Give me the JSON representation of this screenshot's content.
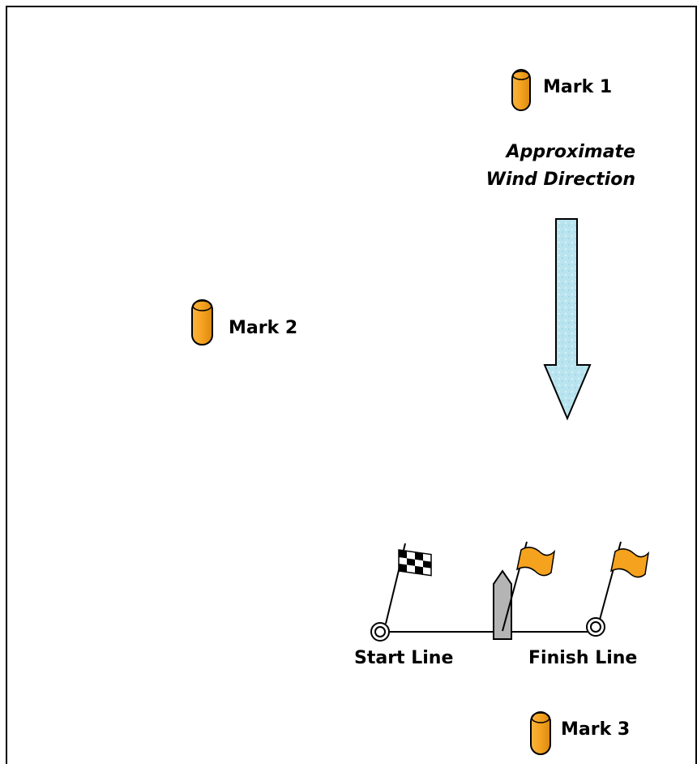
{
  "colors": {
    "mark_fill": "#f5a21f",
    "mark_stroke": "#000000",
    "flag_orange": "#f5a21f",
    "arrow_fill": "#b9e4ef",
    "boat_fill": "#b4b4b4",
    "border": "#000000"
  },
  "marks": [
    {
      "id": "mark-1",
      "label": "Mark 1"
    },
    {
      "id": "mark-2",
      "label": "Mark 2"
    },
    {
      "id": "mark-3",
      "label": "Mark 3"
    }
  ],
  "wind": {
    "line1": "Approximate",
    "line2": "Wind Direction"
  },
  "lines": {
    "start": "Start Line",
    "finish": "Finish Line"
  },
  "icons": [
    "buoy-icon",
    "checkered-flag-icon",
    "orange-flag-icon",
    "committee-boat-icon",
    "wind-arrow-icon",
    "line-buoy-icon"
  ]
}
